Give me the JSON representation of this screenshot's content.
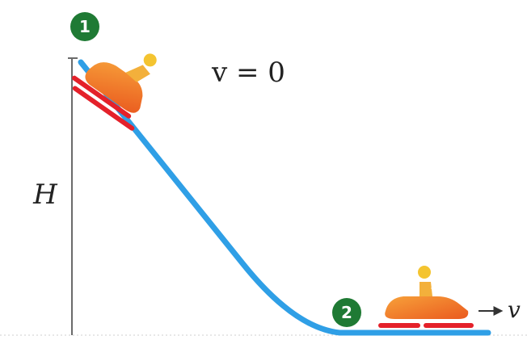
{
  "markers": {
    "start": "1",
    "end": "2"
  },
  "labels": {
    "height": "H",
    "start_velocity": "v = 0",
    "end_velocity": "v"
  },
  "colors": {
    "slope": "#2f9fe6",
    "marker": "#1f7a34",
    "sled_body": "#ef6a24",
    "sled_accent": "#f29a32",
    "rider": "#f2b33a",
    "rider_head": "#f4c430",
    "runner": "#e4212a",
    "height_line": "#666666"
  },
  "icons": {
    "start_sled": "snowmobile-icon",
    "end_sled": "snowmobile-icon",
    "velocity_arrow": "right-arrow-icon"
  }
}
